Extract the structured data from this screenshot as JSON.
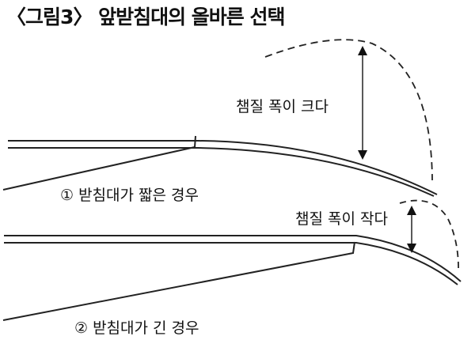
{
  "title": "〈그림3〉 앞받침대의 올바른 선택",
  "case1": {
    "label": "① 받침대가 짧은 경우",
    "swing_label": "챔질 폭이 크다"
  },
  "case2": {
    "label": "② 받침대가 긴 경우",
    "swing_label": "챔질 폭이 작다"
  }
}
